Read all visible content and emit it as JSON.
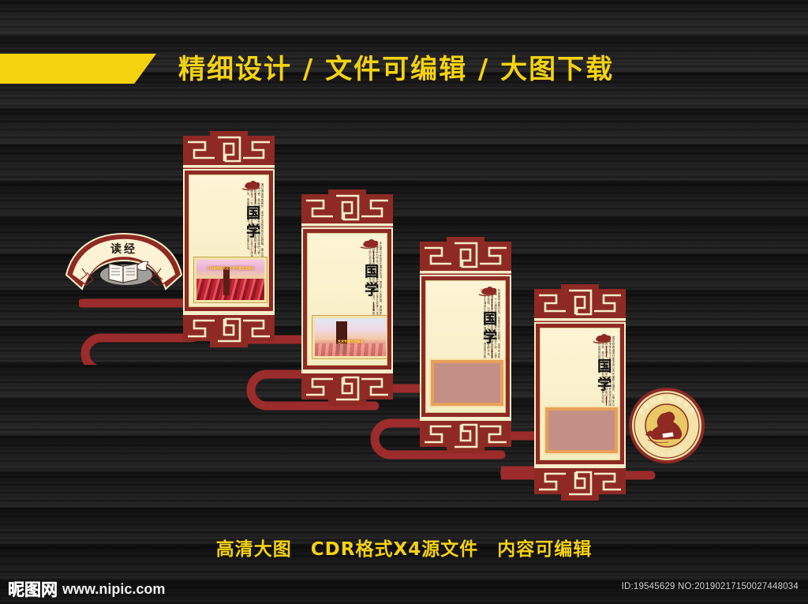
{
  "header": {
    "title": "精细设计 / 文件可编辑 / 大图下载",
    "accent_color": "#f5d210"
  },
  "footer": {
    "tagline": "高清大图　CDR格式X4源文件　内容可编辑",
    "watermark_cn": "昵图网",
    "watermark_url": "www.nipic.com",
    "id_no": "ID:19545629 NO:20190217150027448034"
  },
  "theme": {
    "background": "#1e1e1e",
    "frame_red": "#8e2a23",
    "frame_cream": "#f6edc8",
    "panel_bg": "#fbf2ce",
    "ribbon": "#9c2b2b",
    "gold": "#e8b64c"
  },
  "fan_badge": {
    "title": "读经",
    "icon": "open-book-scroll-icon"
  },
  "emblem": {
    "top_text": "传承经典 弘扬丰华",
    "bottom_text": "国学经典社团",
    "icon": "seated-scholar-silhouette-icon",
    "ring_color": "#8e2a23",
    "face_color": "#f3e3a8"
  },
  "panels": [
    {
      "id": "panel-1",
      "heading": "国学",
      "seal": "cloud-seal-icon",
      "body_text": "通过诵读经典著作，使学生汲取传统文化精髓，建立良好的行为习惯，提高道德修养，养成诵读国学经典的习惯。经典诵读既可以浸润孩子的心灵，又可以塑造孩子的人生。让经典伴随孩子一生，让书香飘溢整个校园，让孩子们用读书来丰富人生，用感悟去体味生活，用行动去感恩社会。",
      "photo": {
        "type": "image",
        "caption": "十四届校园文化艺术节暨社团展示"
      }
    },
    {
      "id": "panel-2",
      "heading": "国学",
      "seal": "cloud-seal-icon",
      "body_text": "本社团以丰富学生课余生活，提高个人责任感，加强学生文化修养为宗旨。通过开展各项活动，让学生在学习与修身的过程中陶冶性情，充实自我，滋养心灵，从而拥有积极向上的心态与健康美好的生活。",
      "photo": {
        "type": "image",
        "caption": "艺术节暨社团展演"
      }
    },
    {
      "id": "panel-3",
      "heading": "国学",
      "seal": "cloud-seal-icon",
      "body_text": "传承国学经典文化，弘扬中华人文精神，将学生文化底蕴、个人道德素养教育贯穿于日常教学之中，让学生在诵读中亲近经典、丰富校园生活，营造校园浓厚的国学氛围，为学生搭建一个学习传统文化的平台，培养学生诵读古文的兴趣，提升语感，提高表达能力。",
      "photo": {
        "type": "placeholder"
      }
    },
    {
      "id": "panel-4",
      "heading": "国学",
      "seal": "cloud-seal-icon",
      "body_text": "国学经典诵读社团本着以内外兼修之理念，让学生认识中华传统文化之美，求真知、养正气，开拓学识的国学教育的传承理念，全面提升学校的办学特色与品位，以发现自我、展示自我、完善自我、超越自我为目标，不断提升自我的综合能力。",
      "photo": {
        "type": "placeholder"
      }
    }
  ]
}
